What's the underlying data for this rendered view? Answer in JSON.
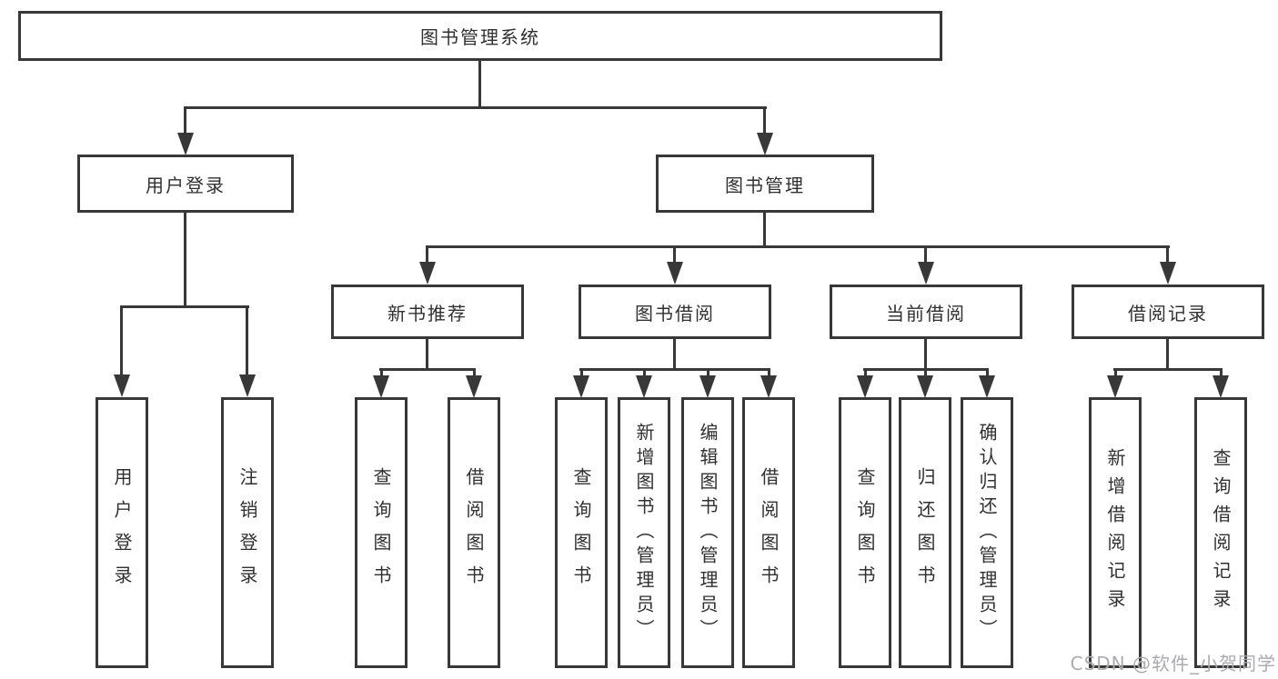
{
  "tree": {
    "root": {
      "label": "图书管理系统"
    },
    "branches": [
      {
        "label": "用户登录",
        "children": [
          {
            "label": "用户登录"
          },
          {
            "label": "注销登录"
          }
        ]
      },
      {
        "label": "图书管理",
        "children": [
          {
            "label": "新书推荐",
            "children": [
              {
                "label": "查询图书"
              },
              {
                "label": "借阅图书"
              }
            ]
          },
          {
            "label": "图书借阅",
            "children": [
              {
                "label": "查询图书"
              },
              {
                "label": "新增图书（管理员）"
              },
              {
                "label": "编辑图书（管理员）"
              },
              {
                "label": "借阅图书"
              }
            ]
          },
          {
            "label": "当前借阅",
            "children": [
              {
                "label": "查询图书"
              },
              {
                "label": "归还图书"
              },
              {
                "label": "确认归还（管理员）"
              }
            ]
          },
          {
            "label": "借阅记录",
            "children": [
              {
                "label": "新增借阅记录"
              },
              {
                "label": "查询借阅记录"
              }
            ]
          }
        ]
      }
    ]
  },
  "watermark": {
    "text": "CSDN @软件_小贺同学"
  },
  "colors": {
    "line": "#383838",
    "box_border": "#383838",
    "text": "#303030",
    "watermark": "#aaaab0",
    "background": "#ffffff"
  }
}
